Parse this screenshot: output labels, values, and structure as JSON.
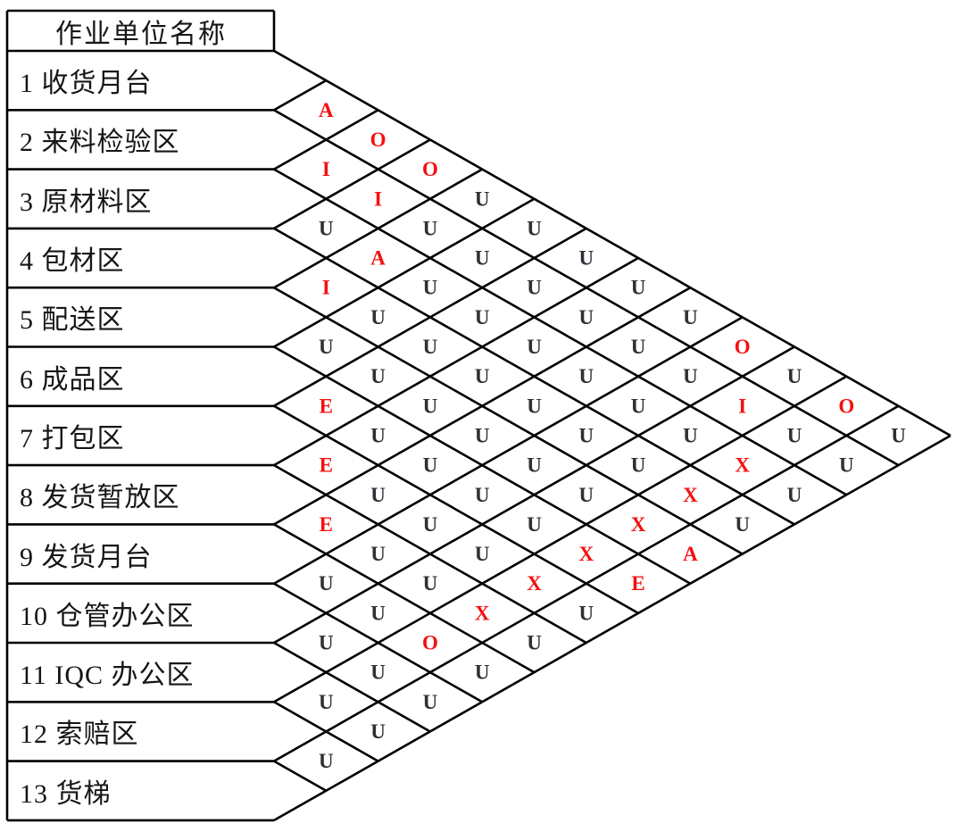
{
  "table": {
    "header": "作业单位名称",
    "rows": [
      "1 收货月台",
      "2 来料检验区",
      "3 原材料区",
      "4 包材区",
      "5 配送区",
      "6 成品区",
      "7 打包区",
      "8 发货暂放区",
      "9 发货月台",
      "10 仓管办公区",
      "11 IQC 办公区",
      "12 索赔区",
      "13 货梯"
    ]
  },
  "chart_data": {
    "type": "relationship-diagram",
    "description_visible_letters": [
      "A",
      "E",
      "I",
      "O",
      "U",
      "X"
    ],
    "relationships": [
      {
        "unit": 1,
        "ratings": {
          "2": "A",
          "3": "O",
          "4": "O",
          "5": "U",
          "6": "U",
          "7": "U",
          "8": "U",
          "9": "U",
          "10": "O",
          "11": "U",
          "12": "O",
          "13": "U"
        }
      },
      {
        "unit": 2,
        "ratings": {
          "3": "I",
          "4": "I",
          "5": "U",
          "6": "U",
          "7": "U",
          "8": "U",
          "9": "U",
          "10": "U",
          "11": "I",
          "12": "U",
          "13": "U"
        }
      },
      {
        "unit": 3,
        "ratings": {
          "4": "U",
          "5": "A",
          "6": "U",
          "7": "U",
          "8": "U",
          "9": "U",
          "10": "U",
          "11": "U",
          "12": "X",
          "13": "U"
        }
      },
      {
        "unit": 4,
        "ratings": {
          "5": "I",
          "6": "U",
          "7": "U",
          "8": "U",
          "9": "U",
          "10": "U",
          "11": "U",
          "12": "X",
          "13": "U"
        }
      },
      {
        "unit": 5,
        "ratings": {
          "6": "U",
          "7": "U",
          "8": "U",
          "9": "U",
          "10": "U",
          "11": "U",
          "12": "X",
          "13": "A"
        }
      },
      {
        "unit": 6,
        "ratings": {
          "7": "E",
          "8": "U",
          "9": "U",
          "10": "U",
          "11": "U",
          "12": "X",
          "13": "E"
        }
      },
      {
        "unit": 7,
        "ratings": {
          "8": "E",
          "9": "U",
          "10": "U",
          "11": "U",
          "12": "X",
          "13": "U"
        }
      },
      {
        "unit": 8,
        "ratings": {
          "9": "E",
          "10": "U",
          "11": "U",
          "12": "X",
          "13": "U"
        }
      },
      {
        "unit": 9,
        "ratings": {
          "10": "U",
          "11": "U",
          "12": "O",
          "13": "U"
        }
      },
      {
        "unit": 10,
        "ratings": {
          "11": "U",
          "12": "U",
          "13": "U"
        }
      },
      {
        "unit": 11,
        "ratings": {
          "12": "U",
          "13": "U"
        }
      },
      {
        "unit": 12,
        "ratings": {
          "13": "U"
        }
      }
    ]
  },
  "colors": {
    "line": "#000000",
    "label_text": "#161616",
    "rating_u": "#2f2f36",
    "rating_highlight": "#f50f0f",
    "background": "#ffffff"
  }
}
